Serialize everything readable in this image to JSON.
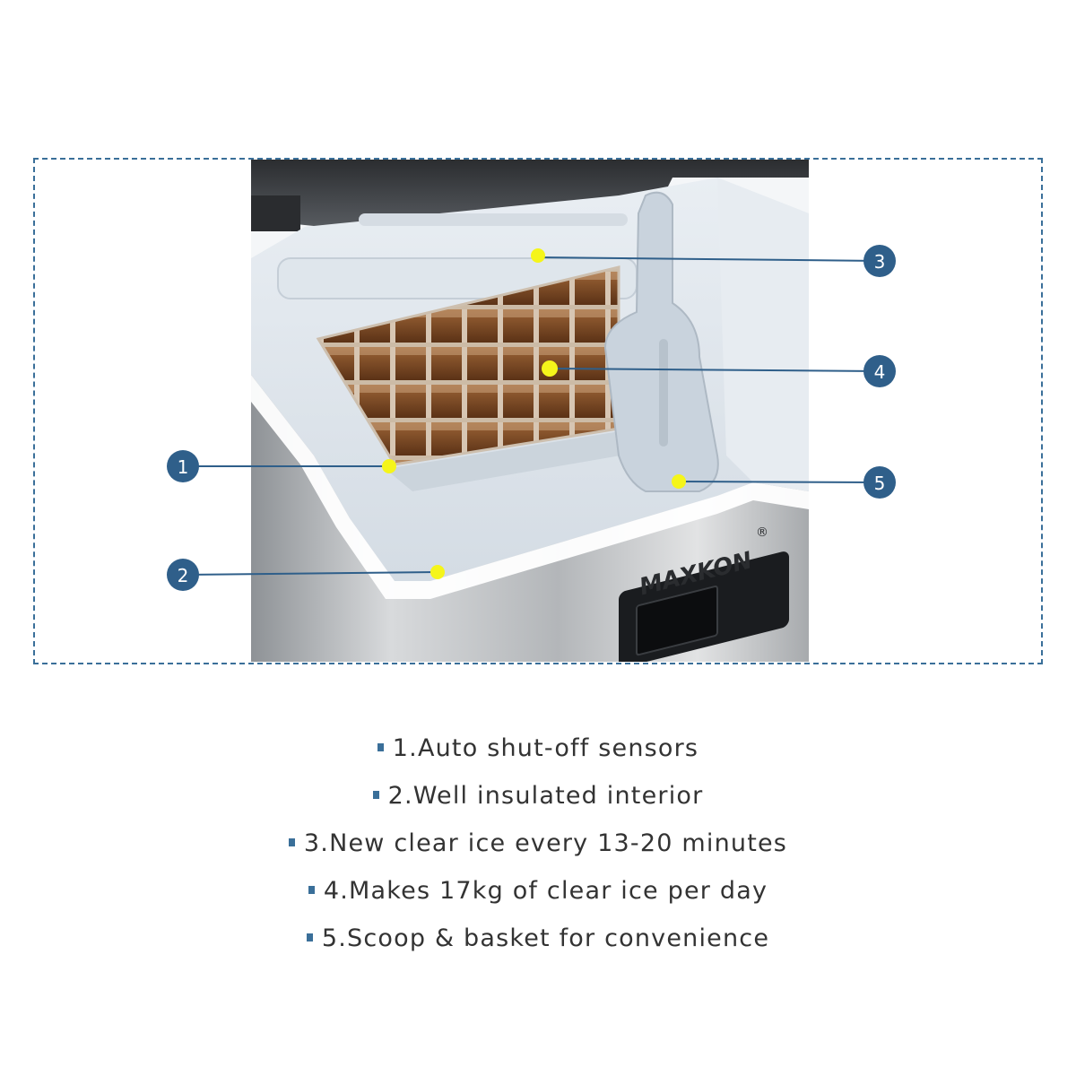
{
  "product": {
    "brand": "MAXKON",
    "brand_mark": "®"
  },
  "colors": {
    "accent": "#2f5f8a",
    "frame": "#3a6f99",
    "highlight": "#f5f51a",
    "text": "#333333"
  },
  "callouts": [
    {
      "number": "1",
      "label": "Auto shut-off sensors"
    },
    {
      "number": "2",
      "label": "Well insulated interior"
    },
    {
      "number": "3",
      "label": "New clear ice every 13-20 minutes"
    },
    {
      "number": "4",
      "label": "Makes 17kg of clear ice per day"
    },
    {
      "number": "5",
      "label": "Scoop & basket for convenience"
    }
  ],
  "features": [
    "1.Auto shut-off sensors",
    "2.Well insulated interior",
    "3.New clear ice every 13-20 minutes",
    "4.Makes 17kg of clear ice per day",
    "5.Scoop & basket for convenience"
  ]
}
